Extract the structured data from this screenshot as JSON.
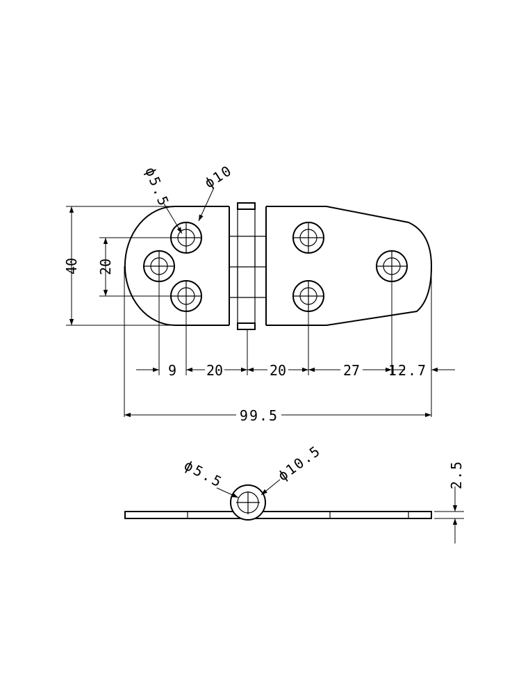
{
  "dimensions": {
    "height_overall": "40",
    "hole_pitch_vertical": "20",
    "dim_9": "9",
    "dim_20_left": "20",
    "dim_20_right": "20",
    "dim_27": "27",
    "dim_12_7": "12.7",
    "length_overall": "99.5",
    "hole_diameter": "ϕ5.5",
    "counterbore_diameter": "ϕ10",
    "pin_diameter": "ϕ5.5",
    "knuckle_diameter": "ϕ10.5",
    "thickness": "2.5"
  }
}
